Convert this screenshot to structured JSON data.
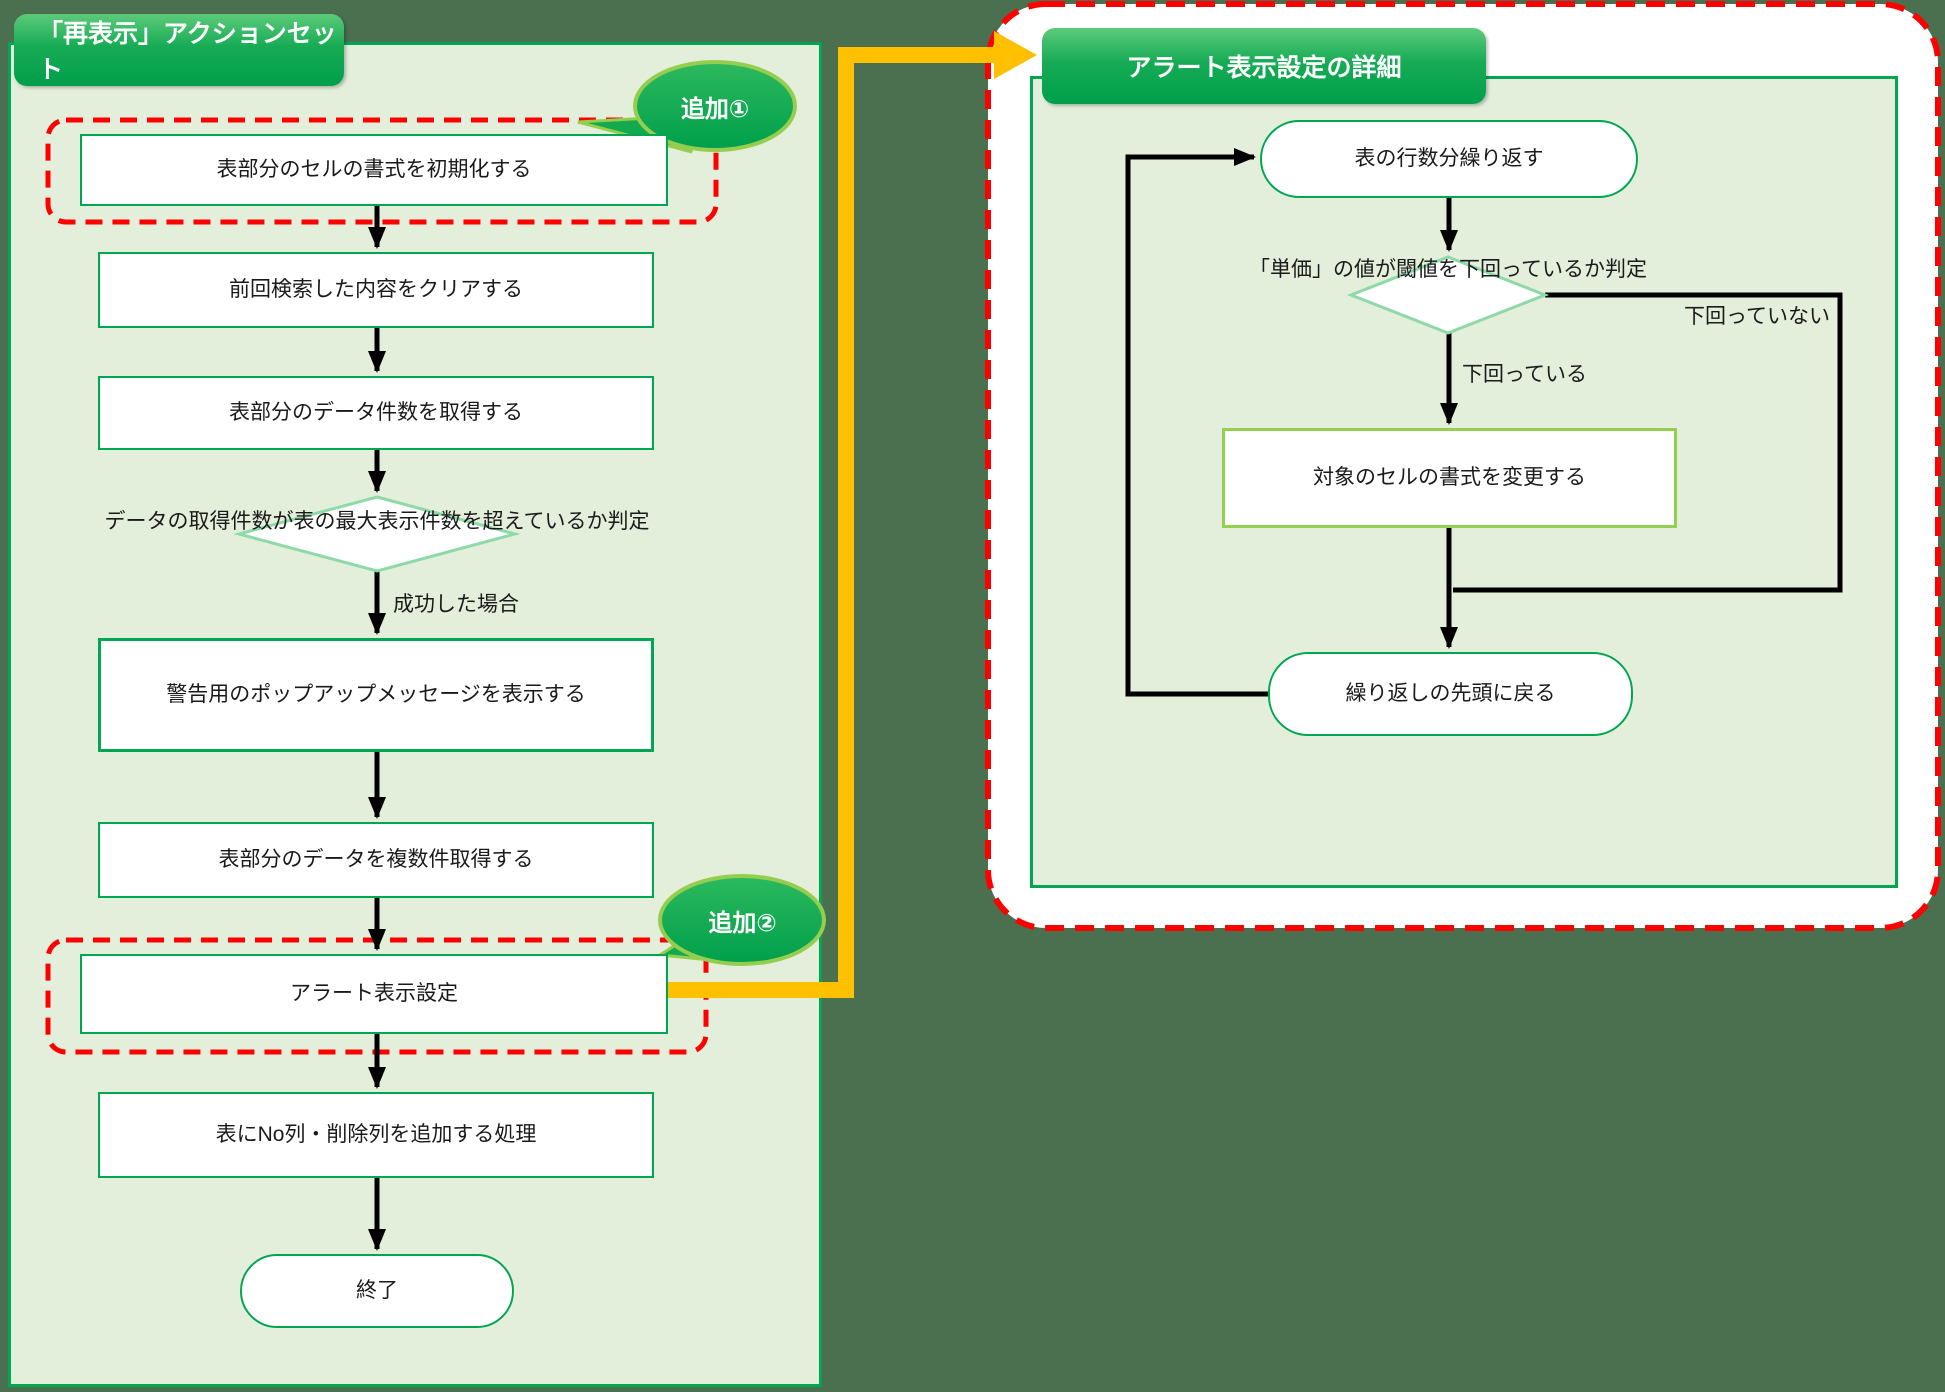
{
  "colors": {
    "canvas_bg": "#4A7050",
    "panel_fill": "#E3EFDB",
    "panel_border": "#00A651",
    "header_gradient_top": "#5CCB7B",
    "header_gradient_bottom": "#009F4B",
    "bubble_fill": "#12A94F",
    "bubble_stroke": "#95CE4E",
    "red_dashed_border": "#FF0000",
    "yellow_connector": "#FFC000",
    "diamond_stroke": "#8FD9A9",
    "alt_process_border": "#92D050",
    "arrow_black": "#000000"
  },
  "left_panel": {
    "title": "「再表示」アクションセット",
    "badge_add1": "追加①",
    "badge_add2": "追加②",
    "steps": {
      "init_format": "表部分のセルの書式を初期化する",
      "clear_previous": "前回検索した内容をクリアする",
      "get_count": "表部分のデータ件数を取得する",
      "decision_max": "データの取得件数が表の最大表示件数を超えているか判定",
      "branch_success": "成功した場合",
      "show_warning": "警告用のポップアップメッセージを表示する",
      "get_rows": "表部分のデータを複数件取得する",
      "alert_setting": "アラート表示設定",
      "add_columns": "表にNo列・削除列を追加する処理",
      "end": "終了"
    }
  },
  "right_panel": {
    "title": "アラート表示設定の詳細",
    "steps": {
      "loop_start": "表の行数分繰り返す",
      "decision_threshold": "「単価」の値が閾値を下回っているか判定",
      "branch_below": "下回っている",
      "branch_not_below": "下回っていない",
      "change_format": "対象のセルの書式を変更する",
      "loop_end": "繰り返しの先頭に戻る"
    }
  }
}
